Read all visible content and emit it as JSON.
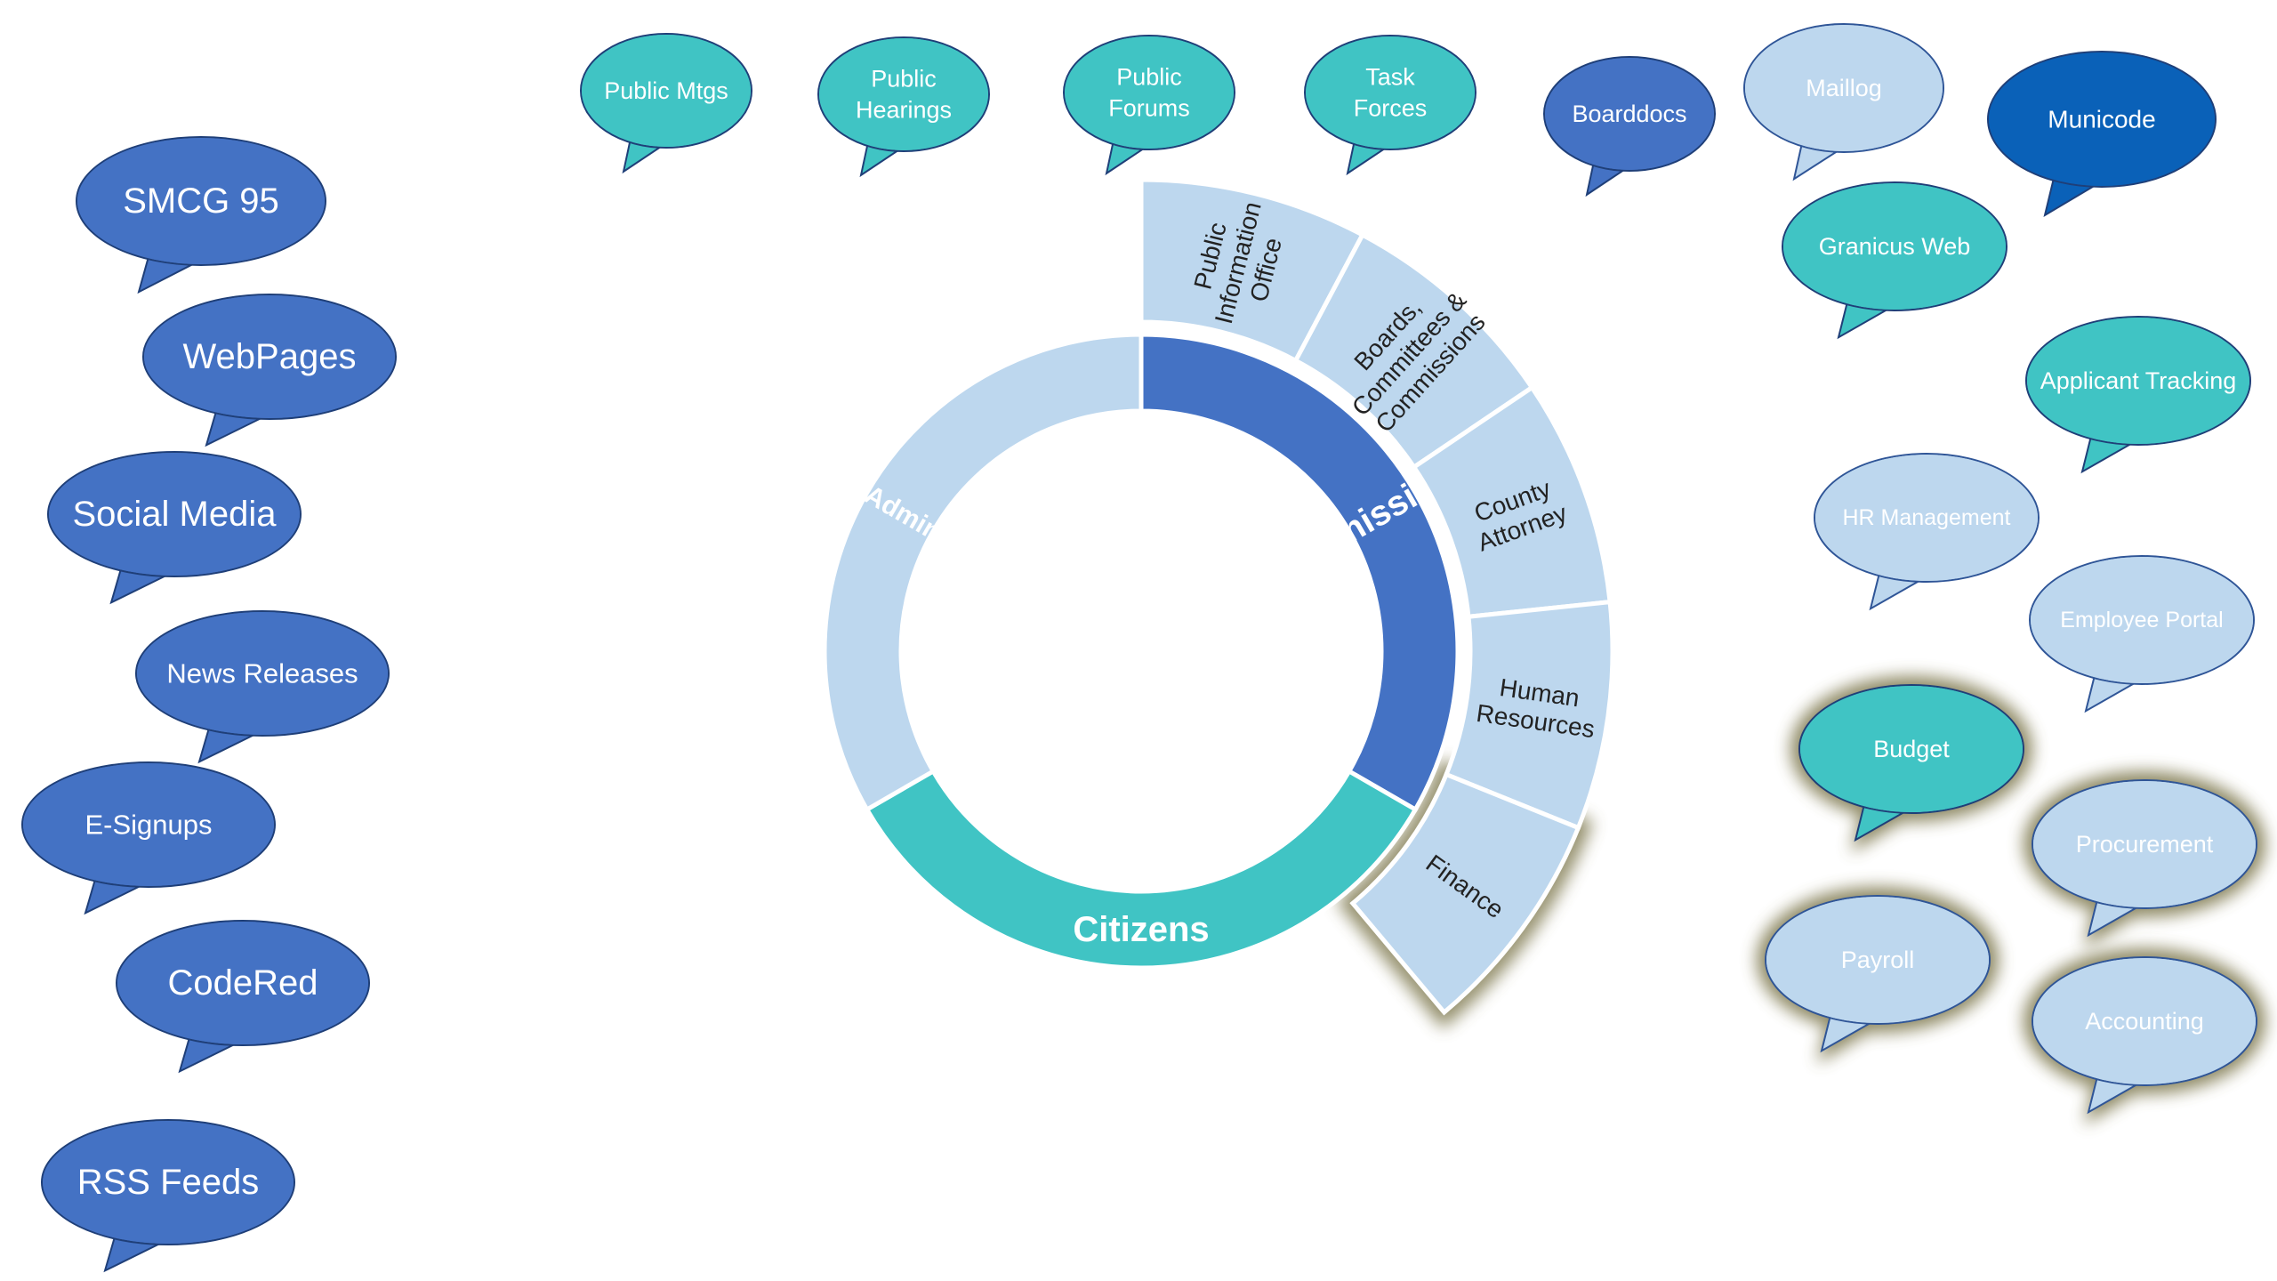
{
  "colors": {
    "dark_blue": "#4472c4",
    "teal": "#40c4c4",
    "light_blue": "#bdd7ee",
    "navy": "#0a61b8",
    "light_text": "#ffffff",
    "dark_text": "#222222",
    "glow": "#7a7548"
  },
  "wheel": {
    "inner": [
      {
        "id": "commissioners",
        "label": "Commissioners",
        "color": "dark_blue"
      },
      {
        "id": "citizens",
        "label": "Citizens",
        "color": "teal"
      },
      {
        "id": "county-administrator",
        "label": "County Administrator",
        "color": "light_blue"
      }
    ],
    "outer": [
      {
        "id": "public-information-office",
        "lines": [
          "Public",
          "Information",
          "Office"
        ]
      },
      {
        "id": "boards-committees-commissions",
        "lines": [
          "Boards,",
          "Committees &",
          "Commissions"
        ]
      },
      {
        "id": "county-attorney",
        "lines": [
          "County",
          "Attorney"
        ]
      },
      {
        "id": "human-resources",
        "lines": [
          "Human",
          "Resources"
        ]
      },
      {
        "id": "finance",
        "lines": [
          "Finance"
        ],
        "highlighted": true
      }
    ]
  },
  "bubbles": [
    {
      "id": "smcg-95",
      "lines": [
        "SMCG 95"
      ],
      "color": "dark_blue"
    },
    {
      "id": "webpages",
      "lines": [
        "WebPages"
      ],
      "color": "dark_blue"
    },
    {
      "id": "social-media",
      "lines": [
        "Social Media"
      ],
      "color": "dark_blue"
    },
    {
      "id": "news-releases",
      "lines": [
        "News Releases"
      ],
      "color": "dark_blue"
    },
    {
      "id": "e-signups",
      "lines": [
        "E-Signups"
      ],
      "color": "dark_blue"
    },
    {
      "id": "codered",
      "lines": [
        "CodeRed"
      ],
      "color": "dark_blue"
    },
    {
      "id": "rss-feeds",
      "lines": [
        "RSS Feeds"
      ],
      "color": "dark_blue"
    },
    {
      "id": "public-mtgs",
      "lines": [
        "Public Mtgs"
      ],
      "color": "teal"
    },
    {
      "id": "public-hearings",
      "lines": [
        "Public",
        "Hearings"
      ],
      "color": "teal"
    },
    {
      "id": "public-forums",
      "lines": [
        "Public",
        "Forums"
      ],
      "color": "teal"
    },
    {
      "id": "task-forces",
      "lines": [
        "Task",
        "Forces"
      ],
      "color": "teal"
    },
    {
      "id": "boarddocs",
      "lines": [
        "Boarddocs"
      ],
      "color": "dark_blue"
    },
    {
      "id": "maillog",
      "lines": [
        "Maillog"
      ],
      "color": "light_blue"
    },
    {
      "id": "municode",
      "lines": [
        "Municode"
      ],
      "color": "navy"
    },
    {
      "id": "granicus-web",
      "lines": [
        "Granicus Web"
      ],
      "color": "teal"
    },
    {
      "id": "applicant-tracking",
      "lines": [
        "Applicant Tracking"
      ],
      "color": "teal"
    },
    {
      "id": "hr-management",
      "lines": [
        "HR Management"
      ],
      "color": "light_blue"
    },
    {
      "id": "employee-portal",
      "lines": [
        "Employee Portal"
      ],
      "color": "light_blue"
    },
    {
      "id": "budget",
      "lines": [
        "Budget"
      ],
      "color": "teal",
      "highlighted": true
    },
    {
      "id": "procurement",
      "lines": [
        "Procurement"
      ],
      "color": "light_blue",
      "highlighted": true
    },
    {
      "id": "payroll",
      "lines": [
        "Payroll"
      ],
      "color": "light_blue",
      "highlighted": true
    },
    {
      "id": "accounting",
      "lines": [
        "Accounting"
      ],
      "color": "light_blue",
      "highlighted": true
    }
  ]
}
